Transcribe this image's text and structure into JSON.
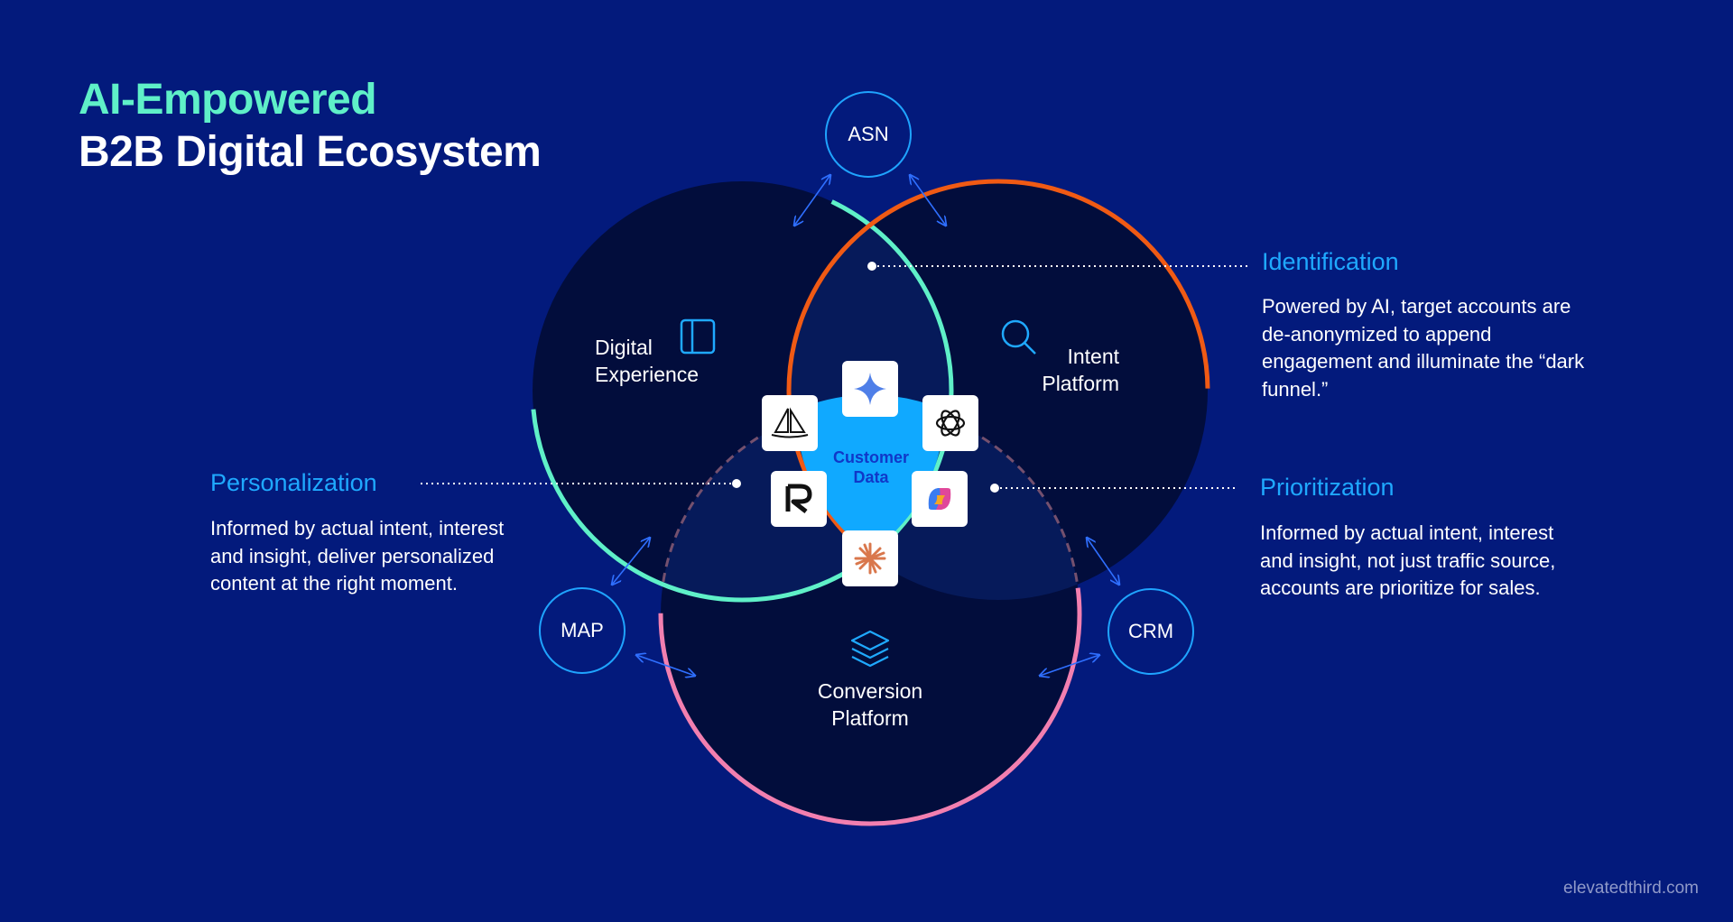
{
  "title": {
    "line1": "AI-Empowered",
    "line2": "B2B Digital Ecosystem"
  },
  "circles": {
    "digital_experience": "Digital\nExperience",
    "intent_platform": "Intent\nPlatform",
    "conversion_platform": "Conversion\nPlatform"
  },
  "center": {
    "label": "Customer\nData"
  },
  "nodes": {
    "asn": "ASN",
    "map": "MAP",
    "crm": "CRM"
  },
  "callouts": {
    "identification": {
      "heading": "Identification",
      "text": "Powered by AI, target accounts are de-anonymized to append engagement and illuminate the “dark funnel.”"
    },
    "personalization": {
      "heading": "Personalization",
      "text": "Informed by actual intent, interest and insight, deliver personalized content at the right moment."
    },
    "prioritization": {
      "heading": "Prioritization",
      "text": "Informed by actual intent, interest and insight, not just traffic source, accounts are prioritize for sales."
    }
  },
  "tools": [
    "gemini-icon",
    "midjourney-icon",
    "openai-icon",
    "rb2b-icon",
    "copilot-icon",
    "claude-icon"
  ],
  "colors": {
    "background": "#031a7c",
    "digital_experience_ring": "#5ff0c8",
    "intent_platform_ring": "#f05a14",
    "conversion_platform_ring": "#f27fb0",
    "accent": "#1fa9ff",
    "customer_data": "#10a9ff"
  },
  "footer": "elevatedthird.com"
}
